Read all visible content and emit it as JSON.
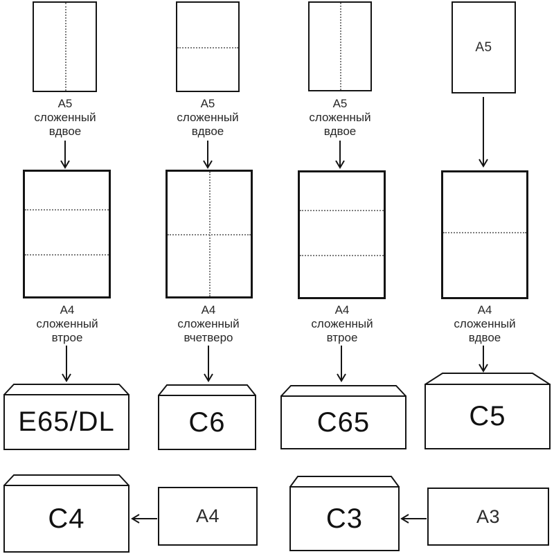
{
  "colors": {
    "c4_flap": "#f9abab",
    "c4_body": "#f6a2a2",
    "outline": "#141414",
    "fold_line": "#7d7d7d"
  },
  "columns": [
    {
      "top_caption": [
        "A5",
        "сложенный",
        "вдвое"
      ],
      "mid_caption": [
        "A4",
        "сложенный",
        "втрое"
      ],
      "envelope_label": "E65/DL"
    },
    {
      "top_caption": [
        "A5",
        "сложенный",
        "вдвое"
      ],
      "mid_caption": [
        "A4",
        "сложенный",
        "вчетверо"
      ],
      "envelope_label": "C6"
    },
    {
      "top_caption": [
        "A5",
        "сложенный",
        "вдвое"
      ],
      "mid_caption": [
        "A4",
        "сложенный",
        "втрое"
      ],
      "envelope_label": "C65"
    },
    {
      "sheet_label": "A5",
      "mid_caption": [
        "A4",
        "сложенный",
        "вдвое"
      ],
      "envelope_label": "C5"
    }
  ],
  "bottom_row": {
    "c4_envelope_label": "C4",
    "a4_sheet_label": "A4",
    "c3_envelope_label": "C3",
    "a3_sheet_label": "A3"
  }
}
